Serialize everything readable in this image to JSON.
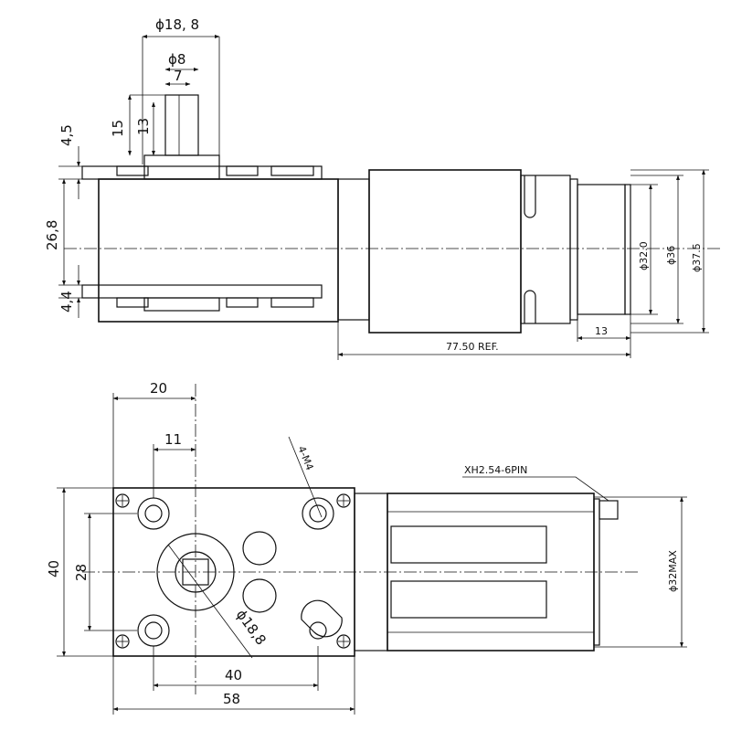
{
  "top_view": {
    "dims": {
      "d_hub": "ϕ18, 8",
      "d_shaft": "ϕ8",
      "flat": "7",
      "shaft_len": "15",
      "flat_len": "13",
      "top_thk": "4,5",
      "gearbox_h": "26,8",
      "bottom_thk": "4,4",
      "d_can": "ϕ32.0",
      "d_body": "ϕ36",
      "d_max": "ϕ37.5",
      "end_len": "13",
      "ref_len": "77.50 REF."
    }
  },
  "front_view": {
    "dims": {
      "hole_spacing_x": "20",
      "shaft_offset": "11",
      "thread": "4-M4",
      "height": "40",
      "hole_spacing_y": "28",
      "hub_dia": "ϕ18,8",
      "mount_spacing": "40",
      "width": "58",
      "connector": "XH2.54-6PIN",
      "motor_max": "ϕ32MAX"
    }
  }
}
